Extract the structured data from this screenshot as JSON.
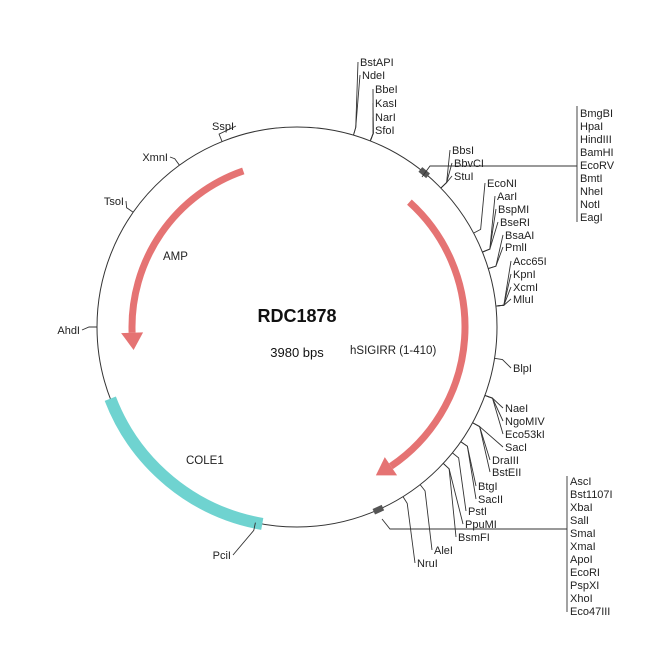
{
  "plasmid": {
    "name": "RDC1878",
    "size": "3980 bps"
  },
  "features": [
    {
      "name": "AMP",
      "color": "#e57373"
    },
    {
      "name": "hSIGIRR (1-410)",
      "color": "#e57373"
    },
    {
      "name": "COLE1",
      "color": "#6fd3d0"
    }
  ],
  "sites": {
    "top": [
      "BstAPI",
      "NdeI",
      "BbeI",
      "KasI",
      "NarI",
      "SfoI"
    ],
    "upper_right": [
      "BbsI",
      "BbvCI",
      "StuI"
    ],
    "mcs1": [
      "BmgBI",
      "HpaI",
      "HindIII",
      "BamHI",
      "EcoRV",
      "BmtI",
      "NheI",
      "NotI",
      "EagI"
    ],
    "right": [
      "EcoNI",
      "AarI",
      "BspMI",
      "BseRI",
      "BsaAI",
      "PmlI",
      "Acc65I",
      "KpnI",
      "XcmI",
      "MluI"
    ],
    "mid": [
      "BlpI"
    ],
    "lower_right": [
      "NaeI",
      "NgoMIV",
      "Eco53kI",
      "SacI",
      "DraIII",
      "BstEII",
      "BtgI",
      "SacII",
      "PstI",
      "PpuMI",
      "BsmFI",
      "AleI",
      "NruI"
    ],
    "mcs2": [
      "AscI",
      "Bst1107I",
      "XbaI",
      "SalI",
      "SmaI",
      "XmaI",
      "ApoI",
      "EcoRI",
      "PspXI",
      "XhoI",
      "Eco47III"
    ],
    "left": [
      "SspI",
      "XmnI",
      "TsoI",
      "AhdI",
      "PciI"
    ]
  }
}
